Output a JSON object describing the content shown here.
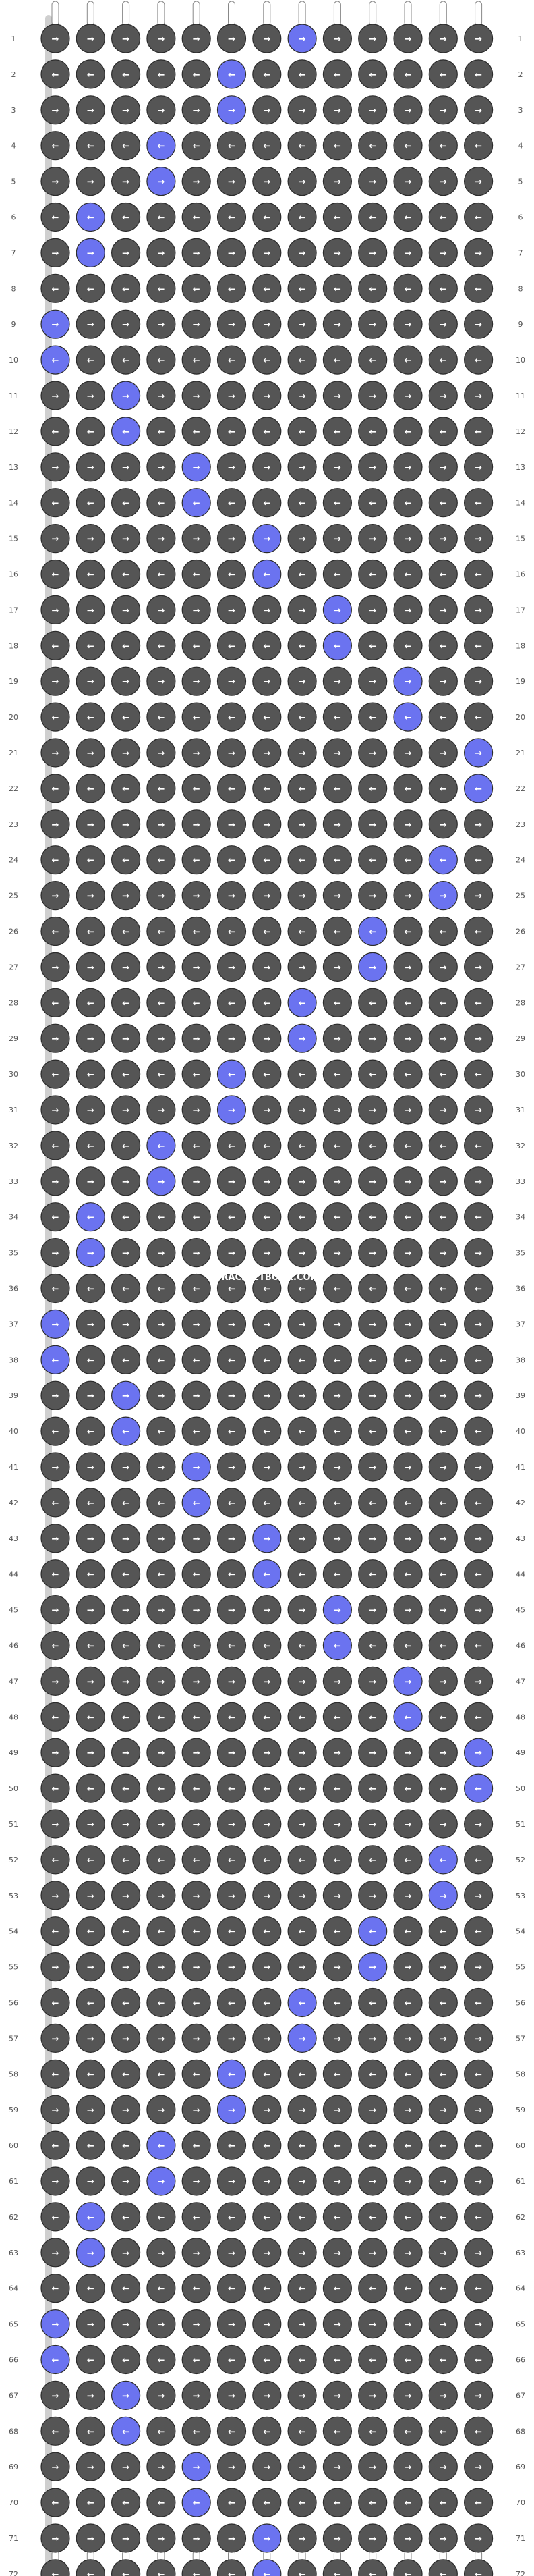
{
  "pattern": {
    "strings": [
      "a",
      "a",
      "a",
      "a",
      "a",
      "a",
      "a",
      "b",
      "a",
      "a",
      "a",
      "a",
      "a",
      "a"
    ],
    "colors": {
      "a": "#555555",
      "b": "#6b73f0",
      "bg": "#ffffff"
    },
    "row_count": 72,
    "row_labels": [
      "1",
      "2",
      "3",
      "4",
      "5",
      "6",
      "7",
      "8",
      "9",
      "10",
      "11",
      "12",
      "13",
      "14",
      "15",
      "16",
      "17",
      "18",
      "19",
      "20",
      "21",
      "22",
      "23",
      "24",
      "25",
      "26",
      "27",
      "28",
      "29",
      "30",
      "31",
      "32",
      "33",
      "34",
      "35",
      "36",
      "37",
      "38",
      "39",
      "40",
      "41",
      "42",
      "43",
      "44",
      "45",
      "46",
      "47",
      "48",
      "49",
      "50",
      "51",
      "52",
      "53",
      "54",
      "55",
      "56",
      "57",
      "58",
      "59",
      "60",
      "61",
      "62",
      "63",
      "64",
      "65",
      "66",
      "67",
      "68",
      "69",
      "70",
      "71",
      "72"
    ],
    "watermark": "BRACELETBOOK.COM"
  }
}
